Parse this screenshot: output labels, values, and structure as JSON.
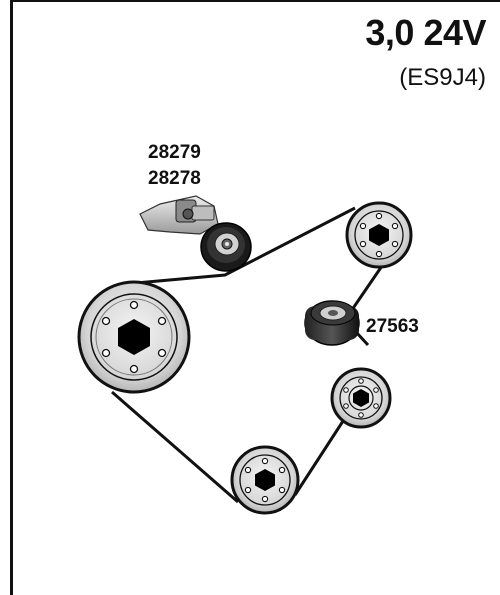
{
  "header": {
    "title": "3,0 24V",
    "subtitle": "(ES9J4)"
  },
  "parts": {
    "tensioner_refs": [
      "28279",
      "28278"
    ],
    "idler_ref": "27563"
  },
  "colors": {
    "belt": "#111111",
    "pulley_fill": "#d9d9d9",
    "pulley_stroke": "#111111"
  }
}
